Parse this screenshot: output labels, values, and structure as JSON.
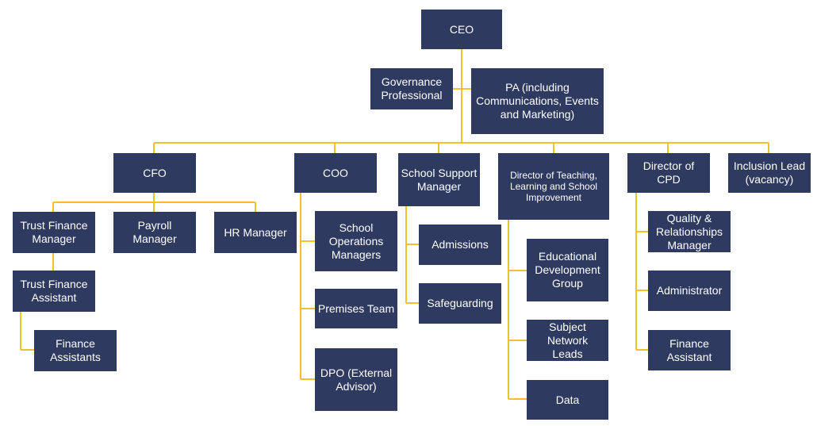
{
  "colors": {
    "box": "#2e3a5f",
    "text": "#ffffff",
    "connector": "#f2c12e"
  },
  "nodes": {
    "ceo": "CEO",
    "governance": "Governance\nProfessional",
    "pa": "PA (including\nCommunications, Events\nand Marketing)",
    "cfo": "CFO",
    "coo": "COO",
    "school_support": "School Support\nManager",
    "director_teaching": "Director of Teaching,\nLearning and School\nImprovement",
    "director_cpd": "Director of CPD",
    "inclusion": "Inclusion Lead\n(vacancy)",
    "trust_finance_manager": "Trust Finance\nManager",
    "payroll": "Payroll\nManager",
    "hr": "HR Manager",
    "trust_finance_assistant": "Trust Finance\nAssistant",
    "finance_assistants": "Finance\nAssistants",
    "school_operations": "School\nOperations\nManagers",
    "premises": "Premises Team",
    "dpo": "DPO (External\nAdvisor)",
    "admissions": "Admissions",
    "safeguarding": "Safeguarding",
    "edu_dev": "Educational\nDevelopment\nGroup",
    "subject_network": "Subject Network\nLeads",
    "data": "Data",
    "quality": "Quality &\nRelationships\nManager",
    "administrator": "Administrator",
    "finance_assistant_cpd": "Finance\nAssistant"
  }
}
